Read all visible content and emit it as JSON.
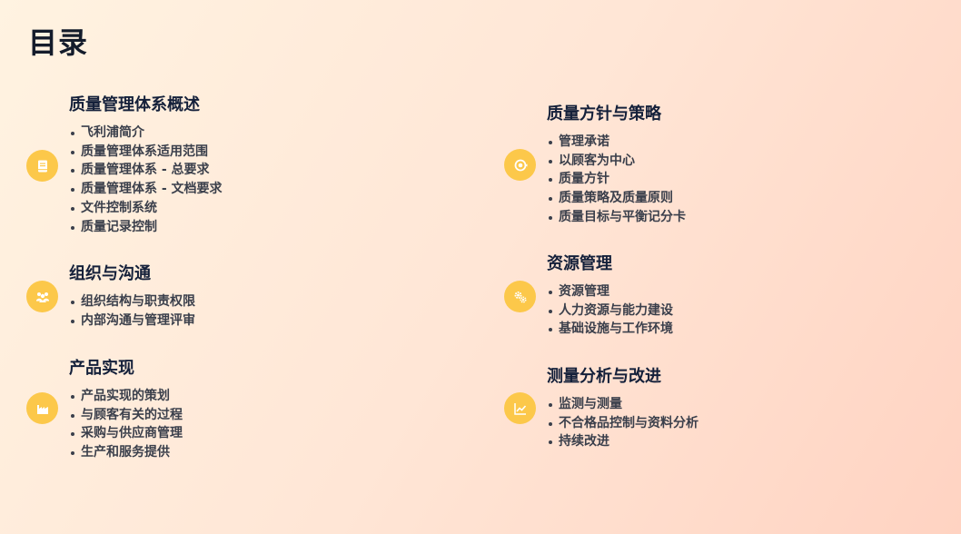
{
  "page": {
    "title": "目录"
  },
  "sections": [
    {
      "title": "质量管理体系概述",
      "icon": "book-icon",
      "items": [
        "飞利浦简介",
        "质量管理体系适用范围",
        "质量管理体系 - 总要求",
        "质量管理体系 - 文档要求",
        "文件控制系统",
        "质量记录控制"
      ]
    },
    {
      "title": "组织与沟通",
      "icon": "people-icon",
      "items": [
        "组织结构与职责权限",
        "内部沟通与管理评审"
      ]
    },
    {
      "title": "产品实现",
      "icon": "factory-icon",
      "items": [
        "产品实现的策划",
        "与顾客有关的过程",
        "采购与供应商管理",
        "生产和服务提供"
      ]
    },
    {
      "title": "质量方针与策略",
      "icon": "target-icon",
      "items": [
        "管理承诺",
        "以顾客为中心",
        "质量方针",
        "质量策略及质量原则",
        "质量目标与平衡记分卡"
      ]
    },
    {
      "title": "资源管理",
      "icon": "gears-icon",
      "items": [
        "资源管理",
        "人力资源与能力建设",
        "基础设施与工作环境"
      ]
    },
    {
      "title": "测量分析与改进",
      "icon": "line-chart-icon",
      "items": [
        "监测与测量",
        "不合格品控制与资料分析",
        "持续改进"
      ]
    }
  ],
  "colors": {
    "accent": "#fcc84a",
    "icon_fg": "#ffffff",
    "title": "#14203a",
    "text": "#3a3f4b"
  }
}
